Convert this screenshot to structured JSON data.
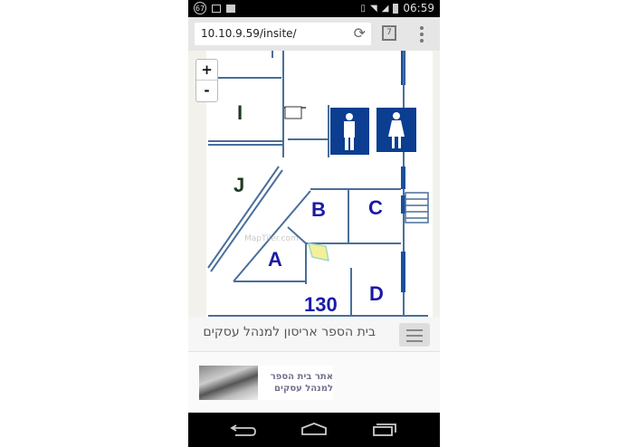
{
  "status_bar": {
    "notification_count": "67",
    "time": "06:59",
    "icons": [
      "image-icon",
      "store-bag-icon",
      "vibrate-icon",
      "wifi-icon",
      "signal-icon",
      "battery-icon"
    ]
  },
  "browser": {
    "url": "10.10.9.59/insite/",
    "tab_count": "7",
    "icons": [
      "reload-icon",
      "tabs-icon",
      "overflow-menu-icon"
    ]
  },
  "map": {
    "zoom_in": "+",
    "zoom_out": "-",
    "rooms": [
      "I",
      "J",
      "B",
      "C",
      "A",
      "D",
      "130"
    ],
    "watermark": "MapTiler.com",
    "colors": {
      "wall": "#1f4f8f",
      "sign": "#0b3d91",
      "room_label_blue": "#1a1aa8",
      "room_label_green": "#1f3a1f",
      "highlight": "#f4f09a"
    }
  },
  "header": {
    "title": "בית הספר אריסון למנהל עסקים",
    "menu_icon": "hamburger-icon"
  },
  "banner": {
    "line1": "אתר בית הספר",
    "line2": "למנהל עסקים"
  },
  "navbar": {
    "icons": [
      "back-icon",
      "home-icon",
      "recent-apps-icon"
    ]
  }
}
